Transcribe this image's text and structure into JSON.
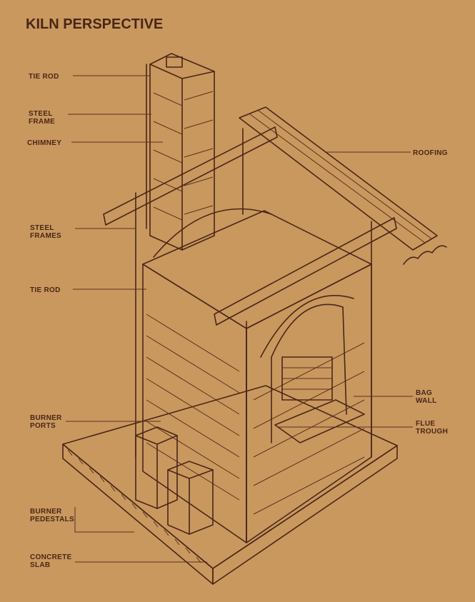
{
  "title": "KILN PERSPECTIVE",
  "labels": {
    "tie_rod_top": "TIE ROD",
    "steel_frame_1": "STEEL",
    "steel_frame_2": "FRAME",
    "chimney": "CHIMNEY",
    "roofing": "ROOFING",
    "steel_frames_1": "STEEL",
    "steel_frames_2": "FRAMES",
    "tie_rod_mid": "TIE ROD",
    "bag_wall_1": "BAG",
    "bag_wall_2": "WALL",
    "burner_ports_1": "BURNER",
    "burner_ports_2": "PORTS",
    "flue_trough_1": "FLUE",
    "flue_trough_2": "TROUGH",
    "burner_pedestals_1": "BURNER",
    "burner_pedestals_2": "PEDESTALS",
    "concrete_slab_1": "CONCRETE",
    "concrete_slab_2": "SLAB"
  },
  "colors": {
    "paper": "#c9985f",
    "ink": "#4a2616"
  }
}
